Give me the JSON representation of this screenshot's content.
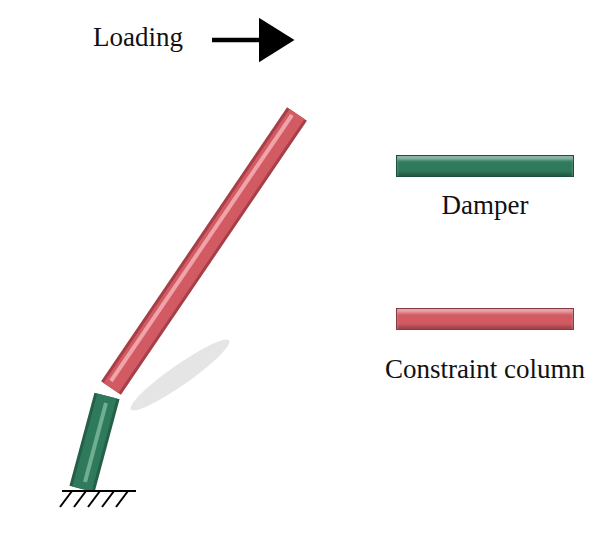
{
  "diagram": {
    "labels": [
      "Loading"
    ],
    "legend": [
      {
        "text": "Damper",
        "color": "#2f7a5c"
      },
      {
        "text": "Constraint column",
        "color": "#d25a62"
      }
    ]
  }
}
